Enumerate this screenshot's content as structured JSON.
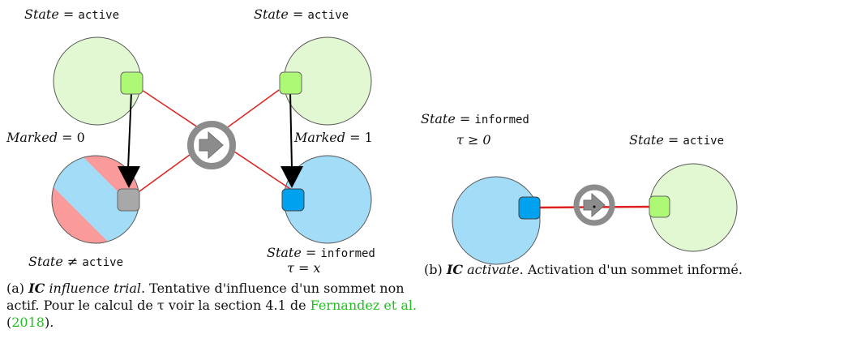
{
  "diagram_a": {
    "labels": {
      "top_left": {
        "var": "State",
        "op": "=",
        "val": "active"
      },
      "top_right": {
        "var": "State",
        "op": "=",
        "val": "active"
      },
      "mid_left": {
        "var": "Marked",
        "op": "=",
        "val": "0"
      },
      "mid_right": {
        "var": "Marked",
        "op": "=",
        "val": "1"
      },
      "bottom_left": {
        "var": "State",
        "op": "≠",
        "val": "active"
      },
      "bottom_right": {
        "var": "State",
        "op": "=",
        "val": "informed"
      },
      "bottom_right_tau": "τ = x"
    },
    "caption": {
      "prefix": "(a)",
      "name": "IC",
      "title": "influence trial",
      "text": ". Tentative d'influence d'un sommet non actif. Pour le calcul de τ voir la section 4.1 de ",
      "cite_authors": "Fernandez et al.",
      "cite_year": "2018",
      "suffix": ")."
    }
  },
  "diagram_b": {
    "labels": {
      "left": {
        "var": "State",
        "op": "=",
        "val": "informed"
      },
      "left_tau": "τ ≥ 0",
      "right": {
        "var": "State",
        "op": "=",
        "val": "active"
      }
    },
    "caption": {
      "prefix": "(b)",
      "name": "IC",
      "title": "activate",
      "text": ". Activation d'un sommet informé."
    }
  },
  "colors": {
    "active_node": "#e2f8d2",
    "informed_node": "#a3dcf7",
    "inactive_stripe": "#fa9a9a",
    "edge": "#e02020",
    "active_port": "#adf875",
    "informed_port": "#00a2f0",
    "inactive_port": "#a8a8a8",
    "transition": "#8c8c8c"
  }
}
